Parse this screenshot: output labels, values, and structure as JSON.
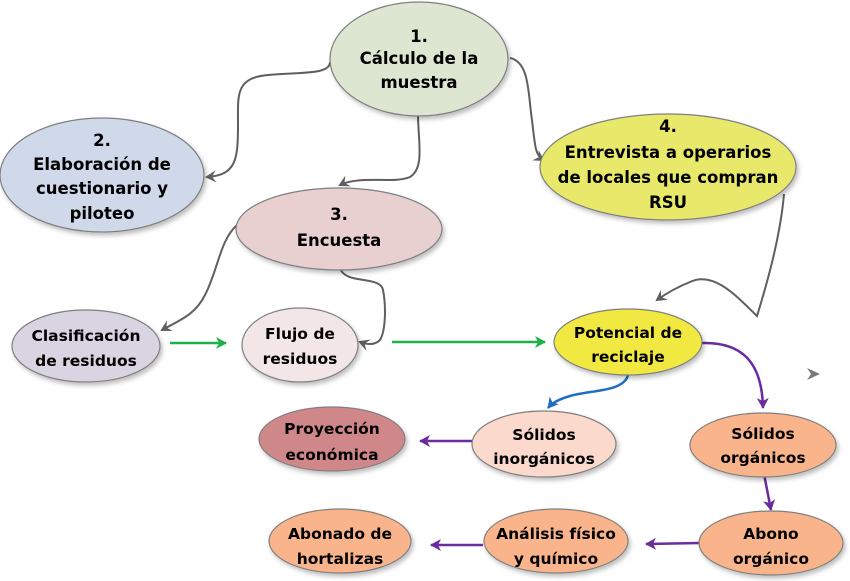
{
  "title": "Diagrama de flujo metodológico de residuos sólidos urbanos",
  "colors": {
    "gray_connector": "#5f5f5f",
    "green_arrow": "#1eb04b",
    "blue_arrow": "#1f6fc0",
    "purple_arrow": "#6a2c9e",
    "node_border": "#7f7f7f"
  },
  "nodes": [
    {
      "id": "calculo",
      "lines": [
        "1.",
        "Cálculo de la",
        "muestra"
      ],
      "fill": "#dde6d1"
    },
    {
      "id": "elaboracion",
      "lines": [
        "2.",
        "Elaboración de",
        "cuestionario y",
        "piloteo"
      ],
      "fill": "#d0d9e9"
    },
    {
      "id": "encuesta",
      "lines": [
        "3.",
        "Encuesta"
      ],
      "fill": "#e8d0d1"
    },
    {
      "id": "entrevista",
      "lines": [
        "4.",
        "Entrevista a operarios",
        "de locales que compran",
        "RSU"
      ],
      "fill": "#e8e86a"
    },
    {
      "id": "clasificacion",
      "lines": [
        "Clasificación",
        "de residuos"
      ],
      "fill": "#d8d4e2"
    },
    {
      "id": "flujo",
      "lines": [
        "Flujo de",
        "residuos"
      ],
      "fill": "#f2e6e6"
    },
    {
      "id": "potencial",
      "lines": [
        "Potencial de",
        "reciclaje"
      ],
      "fill": "#f2e842"
    },
    {
      "id": "solidos-inorganicos",
      "lines": [
        "Sólidos",
        "inorgánicos"
      ],
      "fill": "#fbd9cc"
    },
    {
      "id": "proyeccion",
      "lines": [
        "Proyección",
        "económica"
      ],
      "fill": "#d0878a"
    },
    {
      "id": "solidos-organicos",
      "lines": [
        "Sólidos",
        "orgánicos"
      ],
      "fill": "#f9b48c"
    },
    {
      "id": "abono",
      "lines": [
        "Abono",
        "orgánico"
      ],
      "fill": "#f9b48c"
    },
    {
      "id": "analisis",
      "lines": [
        "Análisis físico",
        "y químico"
      ],
      "fill": "#f9b48c"
    },
    {
      "id": "abonado",
      "lines": [
        "Abonado de",
        "hortalizas"
      ],
      "fill": "#f9b48c"
    }
  ],
  "edges": [
    {
      "from": "calculo",
      "to": "elaboracion",
      "style": "gray"
    },
    {
      "from": "calculo",
      "to": "encuesta",
      "style": "gray"
    },
    {
      "from": "calculo",
      "to": "entrevista",
      "style": "gray"
    },
    {
      "from": "encuesta",
      "to": "clasificacion",
      "style": "gray"
    },
    {
      "from": "encuesta",
      "to": "flujo",
      "style": "gray"
    },
    {
      "from": "entrevista",
      "to": "potencial",
      "style": "gray"
    },
    {
      "from": "clasificacion",
      "to": "flujo",
      "style": "green"
    },
    {
      "from": "flujo",
      "to": "potencial",
      "style": "green"
    },
    {
      "from": "potencial",
      "to": "solidos-inorganicos",
      "style": "blue"
    },
    {
      "from": "potencial",
      "to": "solidos-organicos",
      "style": "purple"
    },
    {
      "from": "solidos-inorganicos",
      "to": "proyeccion",
      "style": "purple"
    },
    {
      "from": "solidos-organicos",
      "to": "abono",
      "style": "purple"
    },
    {
      "from": "abono",
      "to": "analisis",
      "style": "purple"
    },
    {
      "from": "analisis",
      "to": "abonado",
      "style": "purple"
    }
  ]
}
